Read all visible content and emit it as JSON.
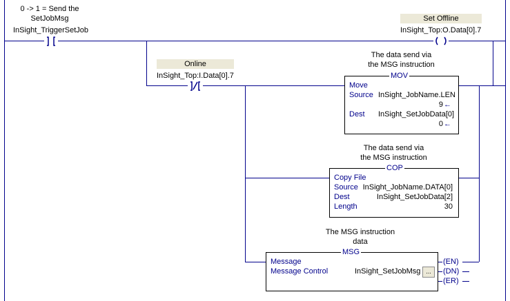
{
  "rung1": {
    "contact_comment_line1": "0 -> 1 = Send the",
    "contact_comment_line2": "SetJobMsg",
    "contact_tag": "InSight_TriggerSetJob",
    "contact_symbol": "] [",
    "coil_description": "Set Offline",
    "coil_tag": "InSight_Top:O.Data[0].7",
    "coil_symbol": "( )"
  },
  "rung2": {
    "contact_description": "Online",
    "contact_tag": "InSight_Top:I.Data[0].7",
    "contact_symbol": "]/[",
    "mov": {
      "comment_line1": "The data send via",
      "comment_line2": "the MSG instruction",
      "title": "MOV",
      "header": "Move",
      "source_label": "Source",
      "source_tag": "InSight_JobName.LEN",
      "source_value": "9",
      "dest_label": "Dest",
      "dest_tag": "InSight_SetJobData[0]",
      "dest_value": "0",
      "arrow": "←"
    },
    "cop": {
      "comment_line1": "The data send via",
      "comment_line2": "the MSG instruction",
      "title": "COP",
      "header": "Copy File",
      "source_label": "Source",
      "source_tag": "InSight_JobName.DATA[0]",
      "dest_label": "Dest",
      "dest_tag": "InSight_SetJobData[2]",
      "length_label": "Length",
      "length_value": "30"
    },
    "msg": {
      "comment_line1": "The MSG instruction",
      "comment_line2": "data",
      "title": "MSG",
      "header": "Message",
      "control_label": "Message Control",
      "control_tag": "InSight_SetJobMsg",
      "ellipsis": "...",
      "en": "EN",
      "dn": "DN",
      "er": "ER"
    }
  },
  "colors": {
    "wire": "#00008b",
    "tag_background": "#ece9d8",
    "operand_text": "#00008b"
  }
}
